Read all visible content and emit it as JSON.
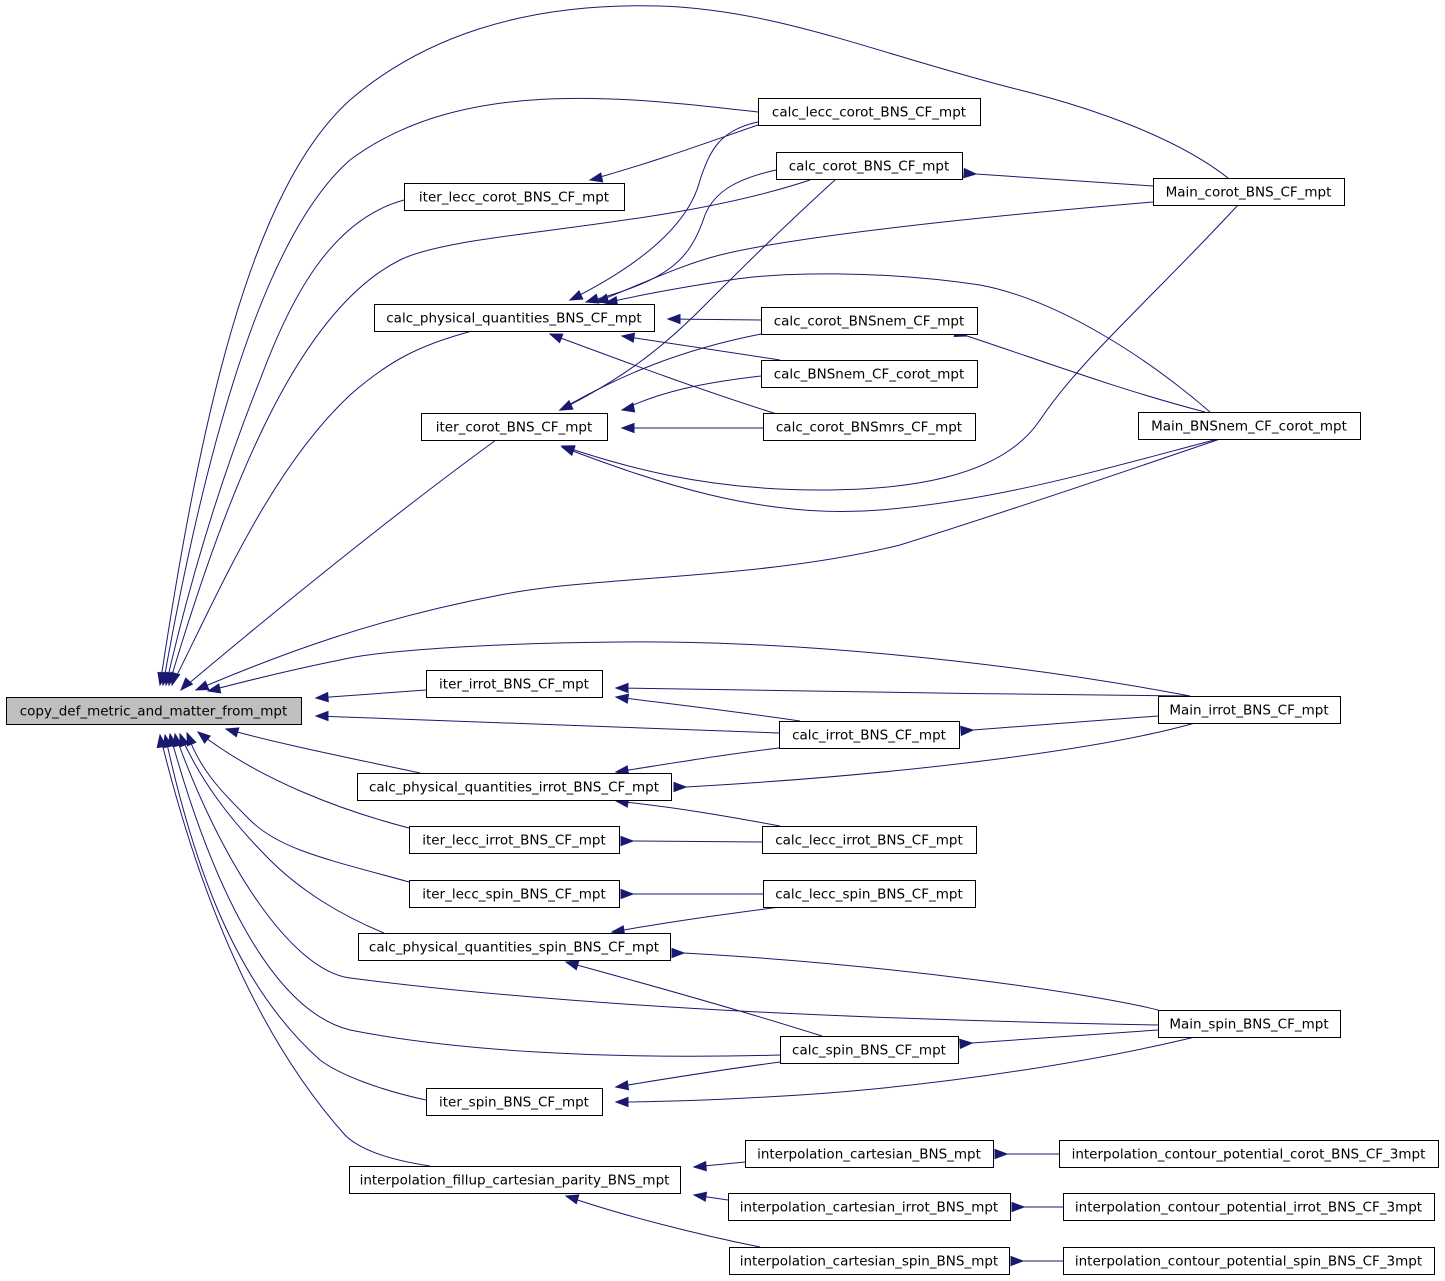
{
  "diagram": {
    "root": "copy_def_metric_and_matter_from_mpt",
    "nodes": [
      {
        "id": "copy_def",
        "label": "copy_def_metric_and_matter_from_mpt",
        "root": true
      },
      {
        "id": "iter_lecc_corot",
        "label": "iter_lecc_corot_BNS_CF_mpt"
      },
      {
        "id": "calc_phys",
        "label": "calc_physical_quantities_BNS_CF_mpt"
      },
      {
        "id": "iter_corot",
        "label": "iter_corot_BNS_CF_mpt"
      },
      {
        "id": "iter_irrot",
        "label": "iter_irrot_BNS_CF_mpt"
      },
      {
        "id": "calc_phys_irrot",
        "label": "calc_physical_quantities_irrot_BNS_CF_mpt"
      },
      {
        "id": "iter_lecc_irrot",
        "label": "iter_lecc_irrot_BNS_CF_mpt"
      },
      {
        "id": "iter_lecc_spin",
        "label": "iter_lecc_spin_BNS_CF_mpt"
      },
      {
        "id": "calc_phys_spin",
        "label": "calc_physical_quantities_spin_BNS_CF_mpt"
      },
      {
        "id": "iter_spin",
        "label": "iter_spin_BNS_CF_mpt"
      },
      {
        "id": "interp_fillup",
        "label": "interpolation_fillup_cartesian_parity_BNS_mpt"
      },
      {
        "id": "calc_lecc_corot",
        "label": "calc_lecc_corot_BNS_CF_mpt"
      },
      {
        "id": "calc_corot",
        "label": "calc_corot_BNS_CF_mpt"
      },
      {
        "id": "calc_corot_nem",
        "label": "calc_corot_BNSnem_CF_mpt"
      },
      {
        "id": "calc_nem_corot",
        "label": "calc_BNSnem_CF_corot_mpt"
      },
      {
        "id": "calc_corot_mrs",
        "label": "calc_corot_BNSmrs_CF_mpt"
      },
      {
        "id": "calc_irrot",
        "label": "calc_irrot_BNS_CF_mpt"
      },
      {
        "id": "calc_lecc_irrot",
        "label": "calc_lecc_irrot_BNS_CF_mpt"
      },
      {
        "id": "calc_lecc_spin",
        "label": "calc_lecc_spin_BNS_CF_mpt"
      },
      {
        "id": "calc_spin",
        "label": "calc_spin_BNS_CF_mpt"
      },
      {
        "id": "interp_cart",
        "label": "interpolation_cartesian_BNS_mpt"
      },
      {
        "id": "interp_cart_irrot",
        "label": "interpolation_cartesian_irrot_BNS_mpt"
      },
      {
        "id": "interp_cart_spin",
        "label": "interpolation_cartesian_spin_BNS_mpt"
      },
      {
        "id": "main_corot",
        "label": "Main_corot_BNS_CF_mpt"
      },
      {
        "id": "main_nem_corot",
        "label": "Main_BNSnem_CF_corot_mpt"
      },
      {
        "id": "main_irrot",
        "label": "Main_irrot_BNS_CF_mpt"
      },
      {
        "id": "main_spin",
        "label": "Main_spin_BNS_CF_mpt"
      },
      {
        "id": "interp_contour_corot",
        "label": "interpolation_contour_potential_corot_BNS_CF_3mpt"
      },
      {
        "id": "interp_contour_irrot",
        "label": "interpolation_contour_potential_irrot_BNS_CF_3mpt"
      },
      {
        "id": "interp_contour_spin",
        "label": "interpolation_contour_potential_spin_BNS_CF_3mpt"
      }
    ],
    "edges": [
      {
        "from": "main_corot",
        "to": "copy_def"
      },
      {
        "from": "calc_lecc_corot",
        "to": "copy_def"
      },
      {
        "from": "iter_lecc_corot",
        "to": "copy_def"
      },
      {
        "from": "calc_corot",
        "to": "copy_def"
      },
      {
        "from": "calc_phys",
        "to": "copy_def"
      },
      {
        "from": "iter_corot",
        "to": "copy_def"
      },
      {
        "from": "main_nem_corot",
        "to": "copy_def"
      },
      {
        "from": "main_irrot",
        "to": "copy_def"
      },
      {
        "from": "iter_irrot",
        "to": "copy_def"
      },
      {
        "from": "calc_irrot",
        "to": "copy_def"
      },
      {
        "from": "calc_phys_irrot",
        "to": "copy_def"
      },
      {
        "from": "iter_lecc_irrot",
        "to": "copy_def"
      },
      {
        "from": "iter_lecc_spin",
        "to": "copy_def"
      },
      {
        "from": "calc_phys_spin",
        "to": "copy_def"
      },
      {
        "from": "main_spin",
        "to": "copy_def"
      },
      {
        "from": "calc_spin",
        "to": "copy_def"
      },
      {
        "from": "iter_spin",
        "to": "copy_def"
      },
      {
        "from": "interp_fillup",
        "to": "copy_def"
      },
      {
        "from": "calc_lecc_corot",
        "to": "iter_lecc_corot"
      },
      {
        "from": "calc_lecc_corot",
        "to": "calc_phys"
      },
      {
        "from": "calc_corot",
        "to": "calc_phys"
      },
      {
        "from": "main_corot",
        "to": "calc_phys"
      },
      {
        "from": "main_nem_corot",
        "to": "calc_phys"
      },
      {
        "from": "calc_corot_nem",
        "to": "calc_phys"
      },
      {
        "from": "calc_nem_corot",
        "to": "calc_phys"
      },
      {
        "from": "calc_corot_mrs",
        "to": "calc_phys"
      },
      {
        "from": "calc_corot",
        "to": "iter_corot"
      },
      {
        "from": "calc_corot_nem",
        "to": "iter_corot"
      },
      {
        "from": "calc_nem_corot",
        "to": "iter_corot"
      },
      {
        "from": "calc_corot_mrs",
        "to": "iter_corot"
      },
      {
        "from": "main_corot",
        "to": "iter_corot"
      },
      {
        "from": "main_nem_corot",
        "to": "iter_corot"
      },
      {
        "from": "main_corot",
        "to": "calc_corot"
      },
      {
        "from": "main_nem_corot",
        "to": "calc_corot_nem"
      },
      {
        "from": "main_irrot",
        "to": "iter_irrot"
      },
      {
        "from": "calc_irrot",
        "to": "iter_irrot"
      },
      {
        "from": "main_irrot",
        "to": "calc_irrot"
      },
      {
        "from": "calc_irrot",
        "to": "calc_phys_irrot"
      },
      {
        "from": "main_irrot",
        "to": "calc_phys_irrot"
      },
      {
        "from": "calc_lecc_irrot",
        "to": "calc_phys_irrot"
      },
      {
        "from": "calc_lecc_irrot",
        "to": "iter_lecc_irrot"
      },
      {
        "from": "calc_lecc_spin",
        "to": "iter_lecc_spin"
      },
      {
        "from": "calc_lecc_spin",
        "to": "calc_phys_spin"
      },
      {
        "from": "main_spin",
        "to": "calc_phys_spin"
      },
      {
        "from": "calc_spin",
        "to": "calc_phys_spin"
      },
      {
        "from": "main_spin",
        "to": "calc_spin"
      },
      {
        "from": "calc_spin",
        "to": "iter_spin"
      },
      {
        "from": "main_spin",
        "to": "iter_spin"
      },
      {
        "from": "interp_cart",
        "to": "interp_fillup"
      },
      {
        "from": "interp_cart_irrot",
        "to": "interp_fillup"
      },
      {
        "from": "interp_cart_spin",
        "to": "interp_fillup"
      },
      {
        "from": "interp_contour_corot",
        "to": "interp_cart"
      },
      {
        "from": "interp_contour_irrot",
        "to": "interp_cart_irrot"
      },
      {
        "from": "interp_contour_spin",
        "to": "interp_cart_spin"
      }
    ],
    "colors": {
      "edge": "#191970",
      "node_border": "#000000",
      "node_fill": "#ffffff",
      "root_fill": "#bfbfbf"
    }
  }
}
